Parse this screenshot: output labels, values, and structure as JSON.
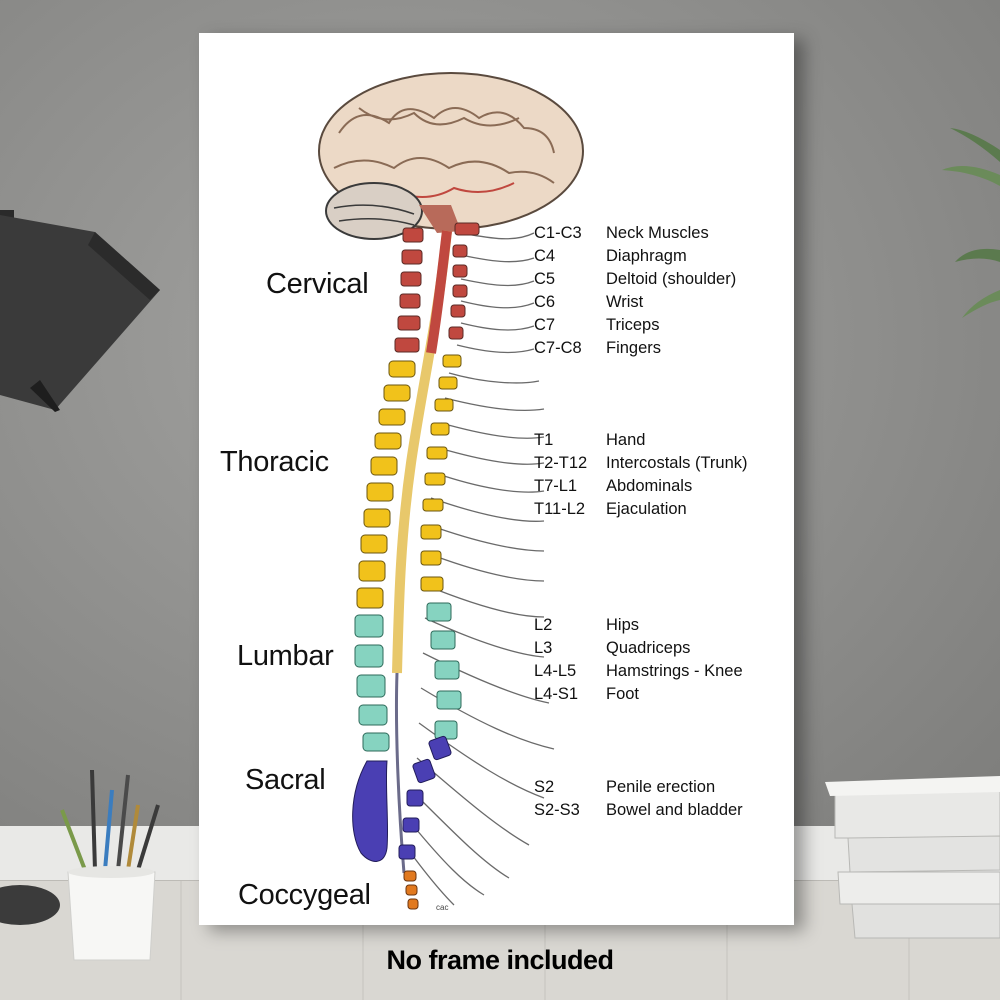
{
  "poster": {
    "regions": [
      {
        "label": "Cervical",
        "color": "#c0483f"
      },
      {
        "label": "Thoracic",
        "color": "#f1c21b"
      },
      {
        "label": "Lumbar",
        "color": "#86d3c0"
      },
      {
        "label": "Sacral",
        "color": "#4a3fb3"
      },
      {
        "label": "Coccygeal",
        "color": "#e1791f"
      }
    ],
    "nerves": [
      {
        "segment": "C1-C3",
        "function": "Neck Muscles"
      },
      {
        "segment": "C4",
        "function": "Diaphragm"
      },
      {
        "segment": "C5",
        "function": "Deltoid (shoulder)"
      },
      {
        "segment": "C6",
        "function": "Wrist"
      },
      {
        "segment": "C7",
        "function": "Triceps"
      },
      {
        "segment": "C7-C8",
        "function": "Fingers"
      },
      {
        "segment": "T1",
        "function": "Hand"
      },
      {
        "segment": "T2-T12",
        "function": "Intercostals (Trunk)"
      },
      {
        "segment": "T7-L1",
        "function": "Abdominals"
      },
      {
        "segment": "T11-L2",
        "function": "Ejaculation"
      },
      {
        "segment": "L2",
        "function": "Hips"
      },
      {
        "segment": "L3",
        "function": "Quadriceps"
      },
      {
        "segment": "L4-L5",
        "function": "Hamstrings - Knee"
      },
      {
        "segment": "L4-S1",
        "function": "Foot"
      },
      {
        "segment": "S2",
        "function": "Penile erection"
      },
      {
        "segment": "S2-S3",
        "function": "Bowel and bladder"
      }
    ],
    "signature": "cac"
  },
  "caption": "No frame included",
  "icons": [
    "brain-icon",
    "desk-lamp-icon",
    "plant-icon",
    "book-stack-icon",
    "pencil-cup-icon"
  ]
}
